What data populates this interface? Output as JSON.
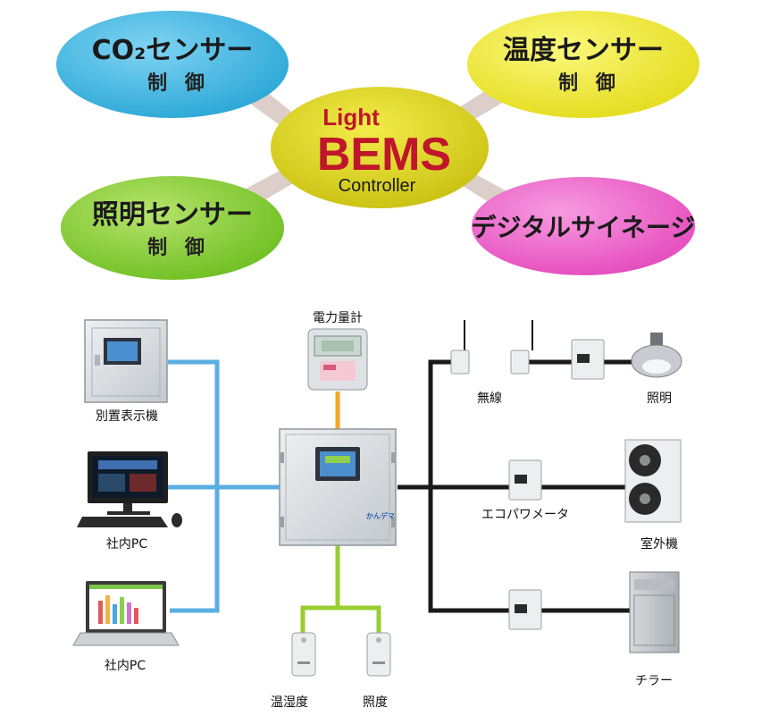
{
  "top": {
    "center": {
      "line1": "Light",
      "line2": "BEMS",
      "line3": "Controller"
    },
    "co2": {
      "title": "CO₂センサー",
      "sub": "制 御"
    },
    "temp": {
      "title": "温度センサー",
      "sub": "制 御"
    },
    "light": {
      "title": "照明センサー",
      "sub": "制 御"
    },
    "signage": {
      "title": "デジタルサイネージ"
    }
  },
  "labels": {
    "remote_display": "別置表示機",
    "pc1": "社内PC",
    "pc2": "社内PC",
    "power_meter": "電力量計",
    "humidity": "温湿度",
    "illuminance": "照度",
    "wireless": "無線",
    "lighting": "照明",
    "eco_power_meter": "エコパワメータ",
    "outdoor_unit": "室外機",
    "chiller": "チラー"
  },
  "controller_brand": "かんデマ",
  "colors": {
    "center": "#d9d21c",
    "center_text": "#c0162b",
    "co2": "#3eb8e3",
    "temp": "#f2ee3a",
    "light": "#8cd13a",
    "signage": "#ee60c8",
    "line_blue": "#5aaee0",
    "line_orange": "#f5a623",
    "line_green": "#9acd32",
    "line_black": "#1a1a1a"
  }
}
